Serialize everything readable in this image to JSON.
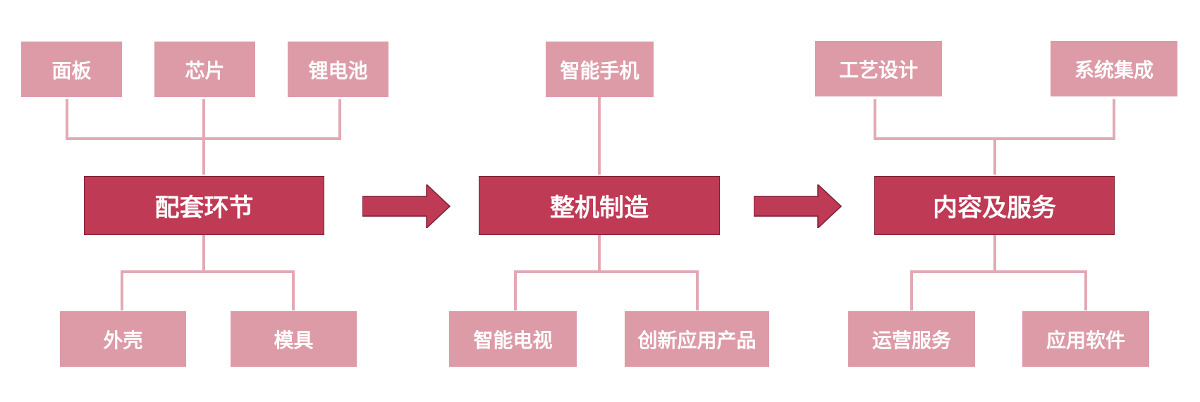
{
  "colors": {
    "leaf_fill": "#dd9ba7",
    "main_fill": "#bf3a54",
    "main_border": "#7a1f33",
    "line": "#e3a9b3",
    "text": "#ffffff"
  },
  "stages": [
    {
      "main_label": "配套环节",
      "top": [
        "面板",
        "芯片",
        "锂电池"
      ],
      "bottom": [
        "外壳",
        "模具"
      ]
    },
    {
      "main_label": "整机制造",
      "top": [
        "智能手机"
      ],
      "bottom": [
        "智能电视",
        "创新应用产品"
      ]
    },
    {
      "main_label": "内容及服务",
      "top": [
        "工艺设计",
        "系统集成"
      ],
      "bottom": [
        "运营服务",
        "应用软件"
      ]
    }
  ]
}
